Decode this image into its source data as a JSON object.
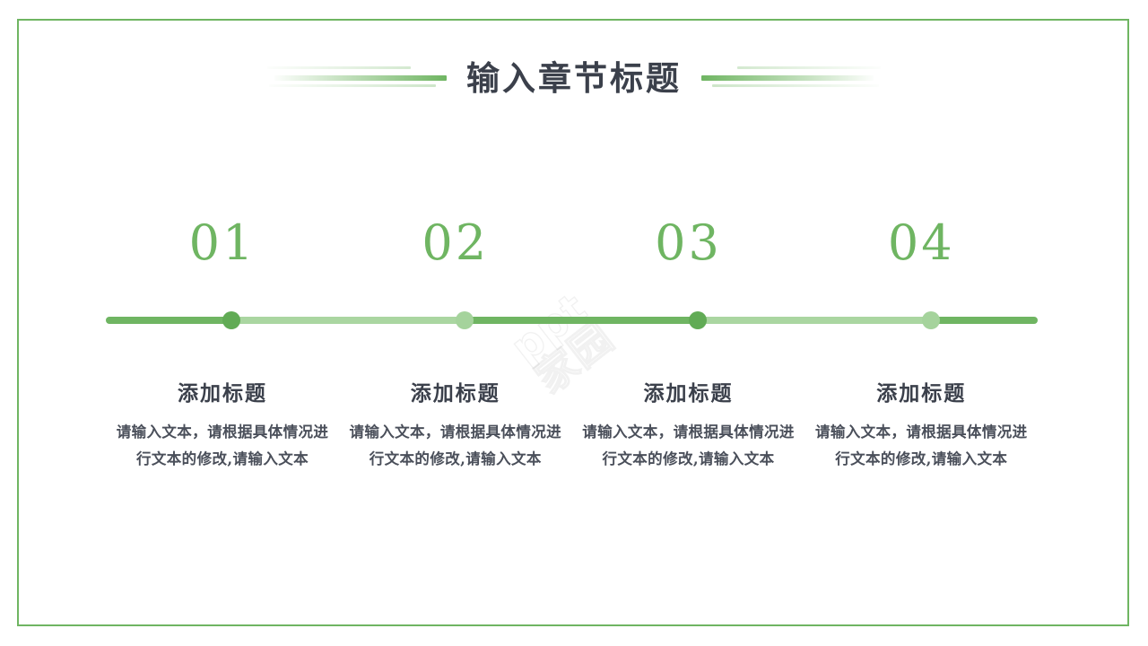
{
  "slide": {
    "background_color": "#ffffff",
    "frame_color": "#6fb562",
    "accent_dark": "#6fb562",
    "accent_light": "#aad6a1",
    "title_color": "#3b404b"
  },
  "header": {
    "title": "输入章节标题",
    "decoration_left": "gradient-line-left",
    "decoration_right": "gradient-line-right"
  },
  "watermark": {
    "line1": "ppt",
    "line2": "家园"
  },
  "timeline": {
    "nodes": [
      {
        "number": "01",
        "style": "dark"
      },
      {
        "number": "02",
        "style": "light"
      },
      {
        "number": "03",
        "style": "dark"
      },
      {
        "number": "04",
        "style": "light"
      }
    ]
  },
  "items": [
    {
      "number": "01",
      "title": "添加标题",
      "body": "请输入文本，请根据具体情况进行文本的修改,请输入文本"
    },
    {
      "number": "02",
      "title": "添加标题",
      "body": "请输入文本，请根据具体情况进行文本的修改,请输入文本"
    },
    {
      "number": "03",
      "title": "添加标题",
      "body": "请输入文本，请根据具体情况进行文本的修改,请输入文本"
    },
    {
      "number": "04",
      "title": "添加标题",
      "body": "请输入文本，请根据具体情况进行文本的修改,请输入文本"
    }
  ]
}
